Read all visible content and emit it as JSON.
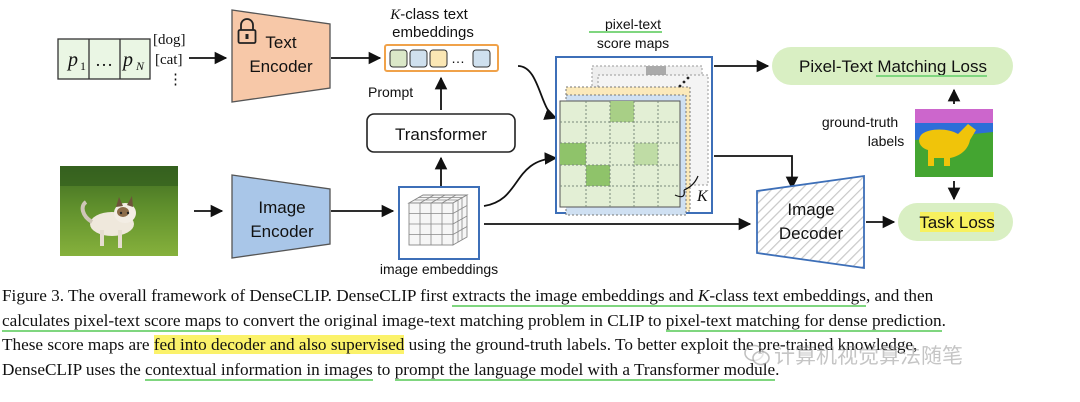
{
  "diagram": {
    "prompt_tokens": [
      "p",
      "…",
      "p"
    ],
    "prompt_subs": [
      "1",
      "N"
    ],
    "class_list": [
      "[dog]",
      "[cat]",
      "⋮"
    ],
    "text_encoder": {
      "line1": "Text",
      "line2": "Encoder"
    },
    "class_embed_title": {
      "k": "K",
      "rest": "-class text",
      "line2": "embeddings"
    },
    "embed_ellipsis": "…",
    "prompt_label": "Prompt",
    "transformer": "Transformer",
    "image_encoder": {
      "line1": "Image",
      "line2": "Encoder"
    },
    "image_embeddings_label": "image embeddings",
    "score_maps_title": {
      "line1": "pixel-text",
      "line2": "score maps"
    },
    "k_label": "K",
    "pixel_text_loss": "Pixel-Text Matching Loss",
    "ground_truth": {
      "line1": "ground-truth",
      "line2": "labels"
    },
    "image_decoder": {
      "line1": "Image",
      "line2": "Decoder"
    },
    "task_loss": "Task Loss"
  },
  "caption": {
    "l1a": "Figure 3. The overall framework of DenseCLIP. DenseCLIP first ",
    "l1b": "extracts the image embeddings and ",
    "l1k": "K",
    "l1c": "-class text embeddings",
    "l1d": ", and then",
    "l2a": "calculates pixel-text score maps",
    "l2b": " to convert the original image-text matching problem in CLIP to ",
    "l2c": "pixel-text matching for dense prediction",
    "l2d": ".",
    "l3a": "These score maps are ",
    "l3b": "fed into decoder and also supervised",
    "l3c": " using the ground-truth labels. To better exploit the pre-trained knowledge,",
    "l4a": "DenseCLIP uses the ",
    "l4b": "contextual information in images",
    "l4c": " to ",
    "l4d": "prompt the language model with a Transformer module",
    "l4e": "."
  },
  "watermark": "计算机视觉算法随笔"
}
